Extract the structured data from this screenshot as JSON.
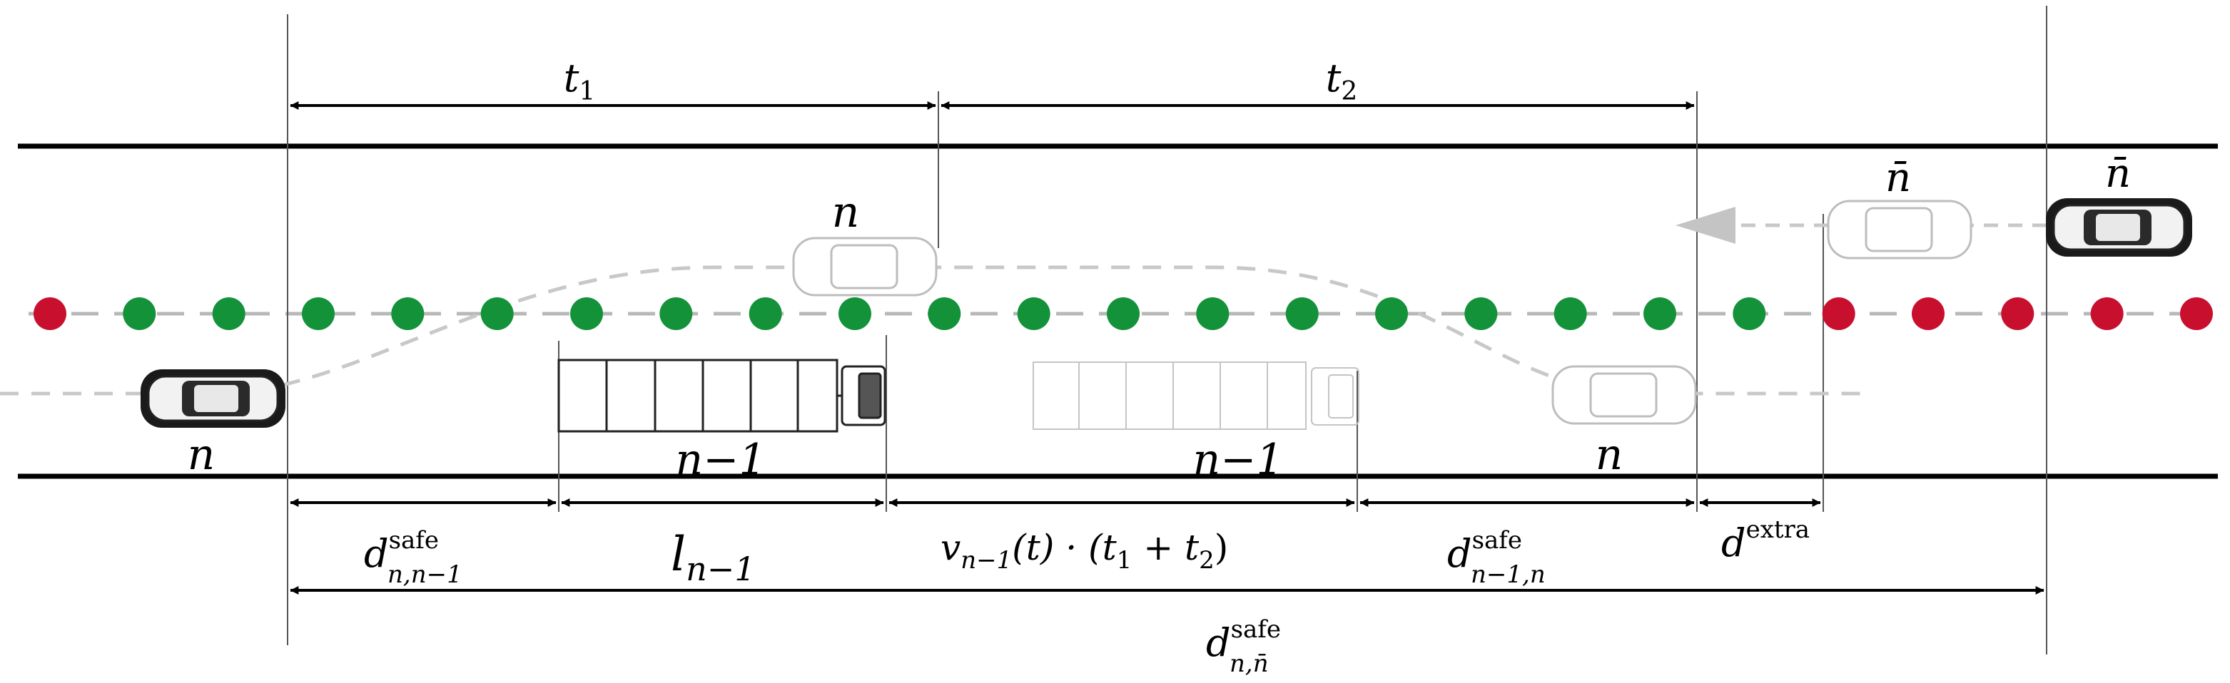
{
  "labels": {
    "t1": {
      "base": "t",
      "sub": "1"
    },
    "t2": {
      "base": "t",
      "sub": "2"
    },
    "vehicle_n": "n",
    "vehicle_n_prev": "n−1",
    "vehicle_nbar": "n̄",
    "d_safe_n_nm1": {
      "base": "d",
      "sup": "safe",
      "sub": "n,n−1"
    },
    "l_nm1": {
      "base": "l",
      "sub": "n−1"
    },
    "v_term": {
      "v": "v",
      "vsub": "n−1",
      "rest": "(t) · (t",
      "s1": "1",
      "plus": " + t",
      "s2": "2",
      "close": ")"
    },
    "d_safe_nm1_n": {
      "base": "d",
      "sup": "safe",
      "sub": "n−1,n"
    },
    "d_extra": {
      "base": "d",
      "sup": "extra"
    },
    "d_safe_n_nbar": {
      "base": "d",
      "sup": "safe",
      "sub": "n,n̄"
    }
  },
  "colors": {
    "dot_green": "#14923a",
    "dot_red": "#c8102e",
    "road_line": "#000000",
    "guide_line": "#555555",
    "path_dash": "#c8c8c8",
    "ghost": "#c0c0c0",
    "vehicle": "#222222"
  },
  "dots": [
    "red",
    "green",
    "green",
    "green",
    "green",
    "green",
    "green",
    "green",
    "green",
    "green",
    "green",
    "green",
    "green",
    "green",
    "green",
    "green",
    "green",
    "green",
    "green",
    "green",
    "red",
    "red",
    "red",
    "red",
    "red"
  ]
}
